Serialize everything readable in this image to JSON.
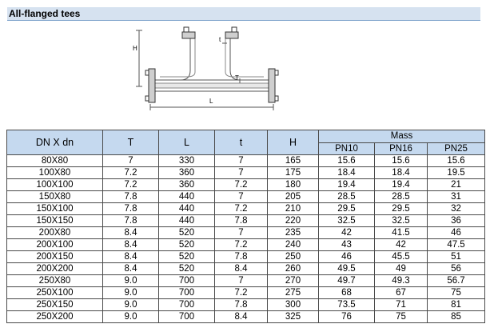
{
  "title": "All-flanged tees",
  "drawing": {
    "label_H": "H",
    "label_t": "t",
    "label_T": "T",
    "label_L": "L"
  },
  "table": {
    "headers": {
      "dn": "DN X dn",
      "T": "T",
      "L": "L",
      "t": "t",
      "H": "H",
      "mass": "Mass",
      "pn10": "PN10",
      "pn16": "PN16",
      "pn25": "PN25"
    },
    "rows": [
      [
        "80X80",
        "7",
        "330",
        "7",
        "165",
        "15.6",
        "15.6",
        "15.6"
      ],
      [
        "100X80",
        "7.2",
        "360",
        "7",
        "175",
        "18.4",
        "18.4",
        "19.5"
      ],
      [
        "100X100",
        "7.2",
        "360",
        "7.2",
        "180",
        "19.4",
        "19.4",
        "21"
      ],
      [
        "150X80",
        "7.8",
        "440",
        "7",
        "205",
        "28.5",
        "28.5",
        "31"
      ],
      [
        "150X100",
        "7.8",
        "440",
        "7.2",
        "210",
        "29.5",
        "29.5",
        "32"
      ],
      [
        "150X150",
        "7.8",
        "440",
        "7.8",
        "220",
        "32.5",
        "32.5",
        "36"
      ],
      [
        "200X80",
        "8.4",
        "520",
        "7",
        "235",
        "42",
        "41.5",
        "46"
      ],
      [
        "200X100",
        "8.4",
        "520",
        "7.2",
        "240",
        "43",
        "42",
        "47.5"
      ],
      [
        "200X150",
        "8.4",
        "520",
        "7.8",
        "250",
        "46",
        "45.5",
        "51"
      ],
      [
        "200X200",
        "8.4",
        "520",
        "8.4",
        "260",
        "49.5",
        "49",
        "56"
      ],
      [
        "250X80",
        "9.0",
        "700",
        "7",
        "270",
        "49.7",
        "49.3",
        "56.7"
      ],
      [
        "250X100",
        "9.0",
        "700",
        "7.2",
        "275",
        "68",
        "67",
        "75"
      ],
      [
        "250X150",
        "9.0",
        "700",
        "7.8",
        "300",
        "73.5",
        "71",
        "81"
      ],
      [
        "250X200",
        "9.0",
        "700",
        "8.4",
        "325",
        "76",
        "75",
        "85"
      ]
    ]
  }
}
